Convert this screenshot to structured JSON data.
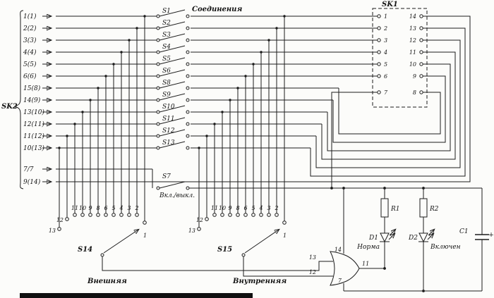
{
  "sk2": {
    "label": "SK2",
    "pins": [
      "1(1)",
      "2(2)",
      "3(3)",
      "4(4)",
      "5(5)",
      "6(6)",
      "15(8)",
      "14(9)",
      "13(10)",
      "12(11)",
      "11(12)",
      "10(13)",
      "7/7",
      "9(14)"
    ]
  },
  "switch_bank": {
    "title": "Соединения",
    "labels": [
      "S1",
      "S2",
      "S3",
      "S4",
      "S5",
      "S6",
      "S8",
      "S9",
      "S10",
      "S11",
      "S12",
      "S13"
    ],
    "s7_label": "S7",
    "s7_caption": "Вкл./выкл."
  },
  "sk1": {
    "label": "SK1",
    "left_pins": [
      "1",
      "2",
      "3",
      "4",
      "5",
      "6",
      "7"
    ],
    "right_pins": [
      "14",
      "13",
      "12",
      "11",
      "10",
      "9",
      "8"
    ]
  },
  "rotary_external": {
    "label": "S14",
    "caption": "Внешняя",
    "arc_contacts": [
      "11",
      "10",
      "9",
      "8",
      "6",
      "5",
      "4",
      "3",
      "2"
    ],
    "contact_12": "12",
    "contact_13": "13",
    "contact_1": "1"
  },
  "rotary_internal": {
    "label": "S15",
    "caption": "Внутренняя",
    "arc_contacts": [
      "11",
      "10",
      "9",
      "8",
      "6",
      "5",
      "4",
      "3",
      "2"
    ],
    "contact_12": "12",
    "contact_13": "13",
    "contact_1": "1"
  },
  "gate": {
    "input_top": "13",
    "input_bottom": "12",
    "output": "11",
    "power": "14",
    "ground": "7"
  },
  "indicators": {
    "r1": "R1",
    "r2": "R2",
    "d1": "D1",
    "d1_caption": "Норма",
    "d2": "D2",
    "d2_caption": "Включен",
    "c1": "C1",
    "c1_polarity": "+"
  }
}
